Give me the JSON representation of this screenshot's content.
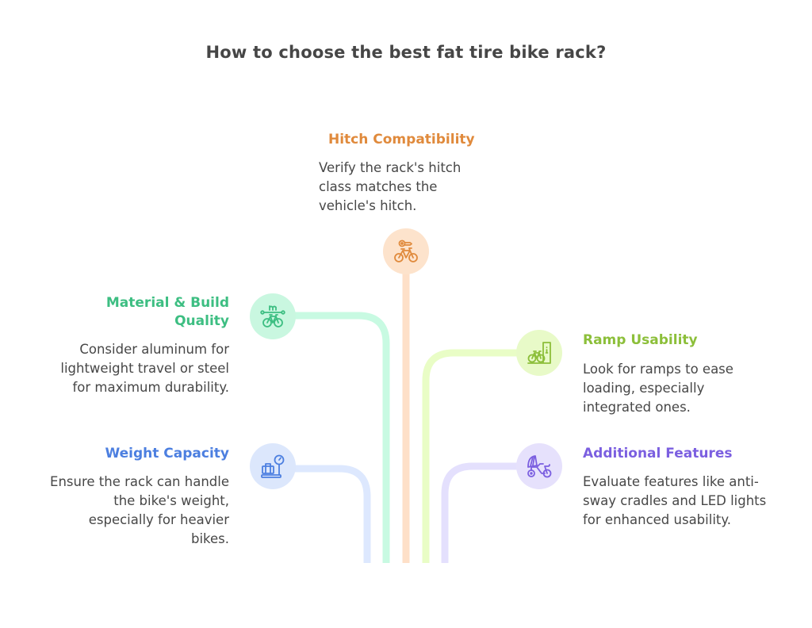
{
  "title": "How to choose the best fat tire bike rack?",
  "items": {
    "hitch": {
      "heading": "Hitch Compatibility",
      "description": "Verify the rack's hitch class matches the vehicle's hitch.",
      "icon": "hitch-bike-icon",
      "color": "#E08A3C",
      "bg": "#FDE3CC",
      "line": "#FEE0C8"
    },
    "material": {
      "heading": "Material & Build Quality",
      "heading_line1": "Material & Build",
      "heading_line2": "Quality",
      "description": "Consider aluminum for lightweight travel or steel for maximum durability.",
      "icon": "bike-measure-icon",
      "color": "#3DBE82",
      "bg": "#C9F7E0",
      "line": "#C8FAE2"
    },
    "ramp": {
      "heading": "Ramp Usability",
      "description": "Look for ramps to ease loading, especially integrated ones.",
      "icon": "bike-info-icon",
      "color": "#8CBF3A",
      "bg": "#E8FAC8",
      "line": "#E9FDC6"
    },
    "weight": {
      "heading": "Weight Capacity",
      "description": "Ensure the rack can handle the bike's weight, especially for heavier bikes.",
      "icon": "luggage-scale-icon",
      "color": "#4C7FE0",
      "bg": "#DCE7FC",
      "line": "#DDE8FE"
    },
    "features": {
      "heading": "Additional Features",
      "description": "Evaluate features like anti-sway cradles and LED lights for enhanced usability.",
      "icon": "rickshaw-bike-icon",
      "color": "#7B5FE0",
      "bg": "#E6E1FC",
      "line": "#E4E0FD"
    }
  }
}
